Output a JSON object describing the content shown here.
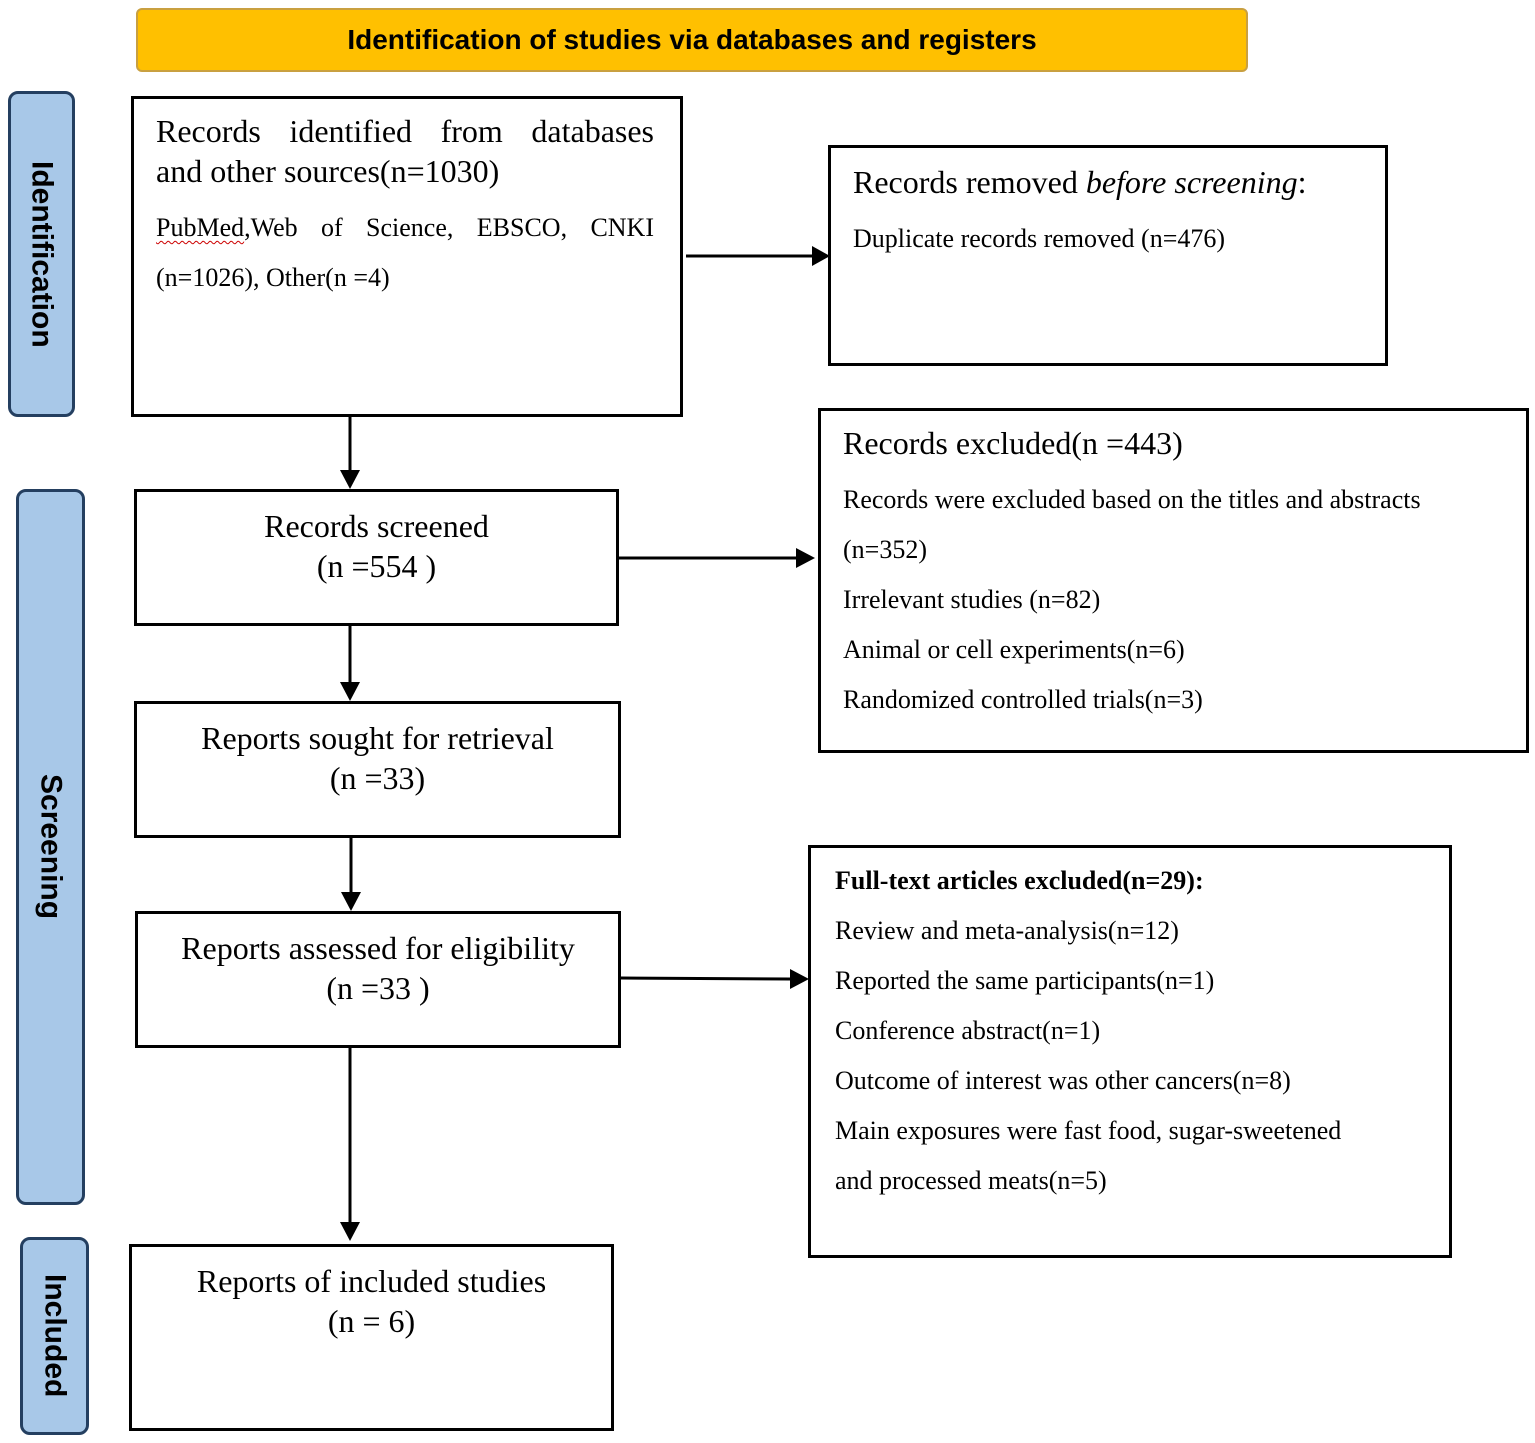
{
  "header": {
    "title": "Identification of studies via databases and registers"
  },
  "phases": {
    "identification": "Identification",
    "screening": "Screening",
    "included": "Included"
  },
  "identified": {
    "line1": "Records identified from databases",
    "line2": "and other sources(n=1030)",
    "sources_word": "PubMed",
    "sources_rest": ",Web of Science, EBSCO, CNKI",
    "sources_line2": "(n=1026), Other(n =4)"
  },
  "removed": {
    "title_prefix": "Records removed ",
    "title_italic": "before screening",
    "title_suffix": ":",
    "duplicates": "Duplicate records removed (n=476)"
  },
  "screened": {
    "title": "Records screened",
    "count": "(n =554 )"
  },
  "excluded": {
    "title": "Records excluded(n =443)",
    "items": [
      "Records were excluded based on the titles and abstracts",
      "(n=352)",
      "Irrelevant studies (n=82)",
      "Animal or cell experiments(n=6)",
      "Randomized controlled trials(n=3)"
    ]
  },
  "sought": {
    "title": "Reports sought for retrieval",
    "count": "(n =33)"
  },
  "assessed": {
    "title": "Reports assessed for eligibility",
    "count": "(n =33 )"
  },
  "fulltext_excluded": {
    "title": "Full-text articles excluded(n=29):",
    "items": [
      "Review and meta-analysis(n=12)",
      "Reported the same participants(n=1)",
      "Conference abstract(n=1)",
      "Outcome of interest was other cancers(n=8)",
      "Main exposures were fast food, sugar-sweetened",
      "and processed meats(n=5)"
    ]
  },
  "included": {
    "title": "Reports of included studies",
    "count": "(n = 6)"
  }
}
